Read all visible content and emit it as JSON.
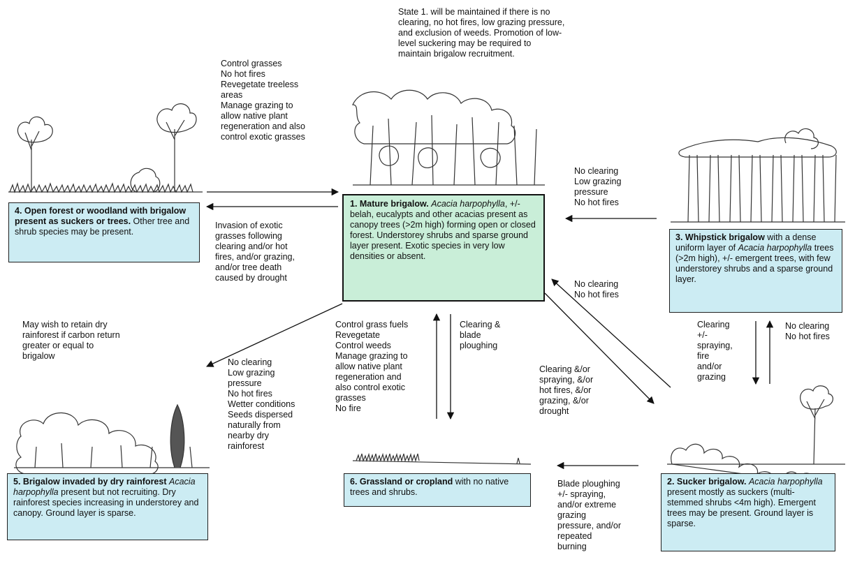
{
  "states": {
    "s1": {
      "title": "1. Mature brigalow.",
      "species": "Acacia harpophylla",
      "body": ", +/- belah, eucalypts and other acacias present as canopy trees (>2m high) forming open or closed forest. Understorey shrubs and sparse ground layer present. Exotic species in very low densities or absent."
    },
    "s2": {
      "title": "2. Sucker brigalow.",
      "species": "Acacia harpophylla",
      "body": " present mostly as suckers (multi-stemmed shrubs <4m high). Emergent trees may be present. Ground layer is sparse."
    },
    "s3": {
      "title": "3. Whipstick brigalow",
      "body1": " with a dense uniform layer of ",
      "species": "Acacia harpophylla",
      "body2": " trees (>2m high), +/- emergent trees, with few understorey shrubs and a sparse ground layer."
    },
    "s4": {
      "title": "4. Open forest or woodland with brigalow present as suckers or trees.",
      "body": " Other tree and shrub species may be present."
    },
    "s5": {
      "title": "5. Brigalow invaded by dry rainforest",
      "species": "Acacia harpophylla",
      "body": " present but not recruiting. Dry rainforest species increasing in understorey and canopy. Ground layer is sparse."
    },
    "s6": {
      "title": "6. Grassland or cropland",
      "body": " with no native trees and shrubs."
    }
  },
  "notes": {
    "top": "State 1. will be maintained if there is no\nclearing, no hot fires, low grazing pressure,\nand exclusion of weeds. Promotion of low-\nlevel suckering may be required to\nmaintain brigalow recruitment.",
    "t4_to_1": "Control grasses\nNo hot fires\nRevegetate treeless\nareas\nManage grazing to\nallow native plant\nregeneration and also\ncontrol exotic grasses",
    "t1_to_4": "Invasion of exotic\ngrasses following\nclearing and/or hot\nfires, and/or grazing,\nand/or tree death\ncaused by drought",
    "t3_to_1": "No clearing\nLow grazing\npressure\nNo hot fires",
    "t2_to_1": "No clearing\nNo hot fires",
    "t1_to_2": "Clearing &/or\nspraying, &/or\nhot fires, &/or\ngrazing, &/or\ndrought",
    "t3_to_2": "Clearing\n+/-\nspraying,\nfire\nand/or\ngrazing",
    "t2_to_3": "No clearing\nNo hot fires",
    "dry_rf": "May wish to retain dry\nrainforest if carbon return\ngreater or equal to\nbrigalow",
    "t1_to_5": "No clearing\nLow grazing\npressure\nNo hot fires\nWetter conditions\nSeeds dispersed\nnaturally from\nnearby dry\nrainforest",
    "t6_to_1": "Control grass fuels\nRevegetate\nControl weeds\nManage grazing to\nallow native plant\nregeneration and\nalso control exotic\ngrasses\nNo fire",
    "t1_to_6": "Clearing &\nblade\nploughing",
    "t2_to_6": "Blade ploughing\n+/- spraying,\nand/or extreme\ngrazing\npressure, and/or\nrepeated\nburning"
  },
  "colors": {
    "state_box": "#ccecf3",
    "main_box": "#c9eed8",
    "line": "#111111"
  }
}
